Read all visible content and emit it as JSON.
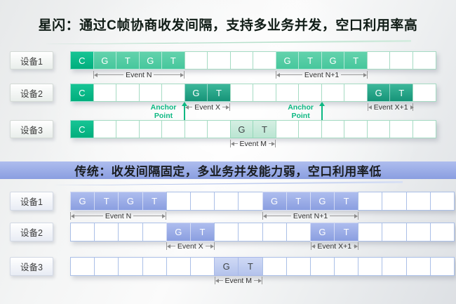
{
  "sections": [
    {
      "id": "nearlink",
      "title": "星闪：通过C帧协商收发间隔，支持多业务并发，空口利用率高",
      "theme": "green",
      "accent_color": "#0cb882",
      "rows": [
        {
          "label": "设备1",
          "fill_style": "green-mid",
          "cells": [
            {
              "t": "C",
              "k": "c"
            },
            {
              "t": "G",
              "k": "f"
            },
            {
              "t": "T",
              "k": "f"
            },
            {
              "t": "G",
              "k": "f"
            },
            {
              "t": "T",
              "k": "f"
            },
            {},
            {},
            {},
            {},
            {
              "t": "G",
              "k": "f"
            },
            {
              "t": "T",
              "k": "f"
            },
            {
              "t": "G",
              "k": "f"
            },
            {
              "t": "T",
              "k": "f"
            },
            {},
            {},
            {}
          ]
        },
        {
          "label": "设备2",
          "fill_style": "green-dark",
          "cells": [
            {
              "t": "C",
              "k": "c"
            },
            {},
            {},
            {},
            {},
            {
              "t": "G",
              "k": "f"
            },
            {
              "t": "T",
              "k": "f"
            },
            {},
            {},
            {},
            {},
            {},
            {},
            {
              "t": "G",
              "k": "f"
            },
            {
              "t": "T",
              "k": "f"
            },
            {}
          ]
        },
        {
          "label": "设备3",
          "fill_style": "green-pale",
          "cells": [
            {
              "t": "C",
              "k": "c"
            },
            {},
            {},
            {},
            {},
            {},
            {},
            {
              "t": "G",
              "k": "f"
            },
            {
              "t": "T",
              "k": "f"
            },
            {},
            {},
            {},
            {},
            {},
            {},
            {}
          ]
        }
      ],
      "events": [
        {
          "row": 0,
          "label": "Event N",
          "from": 1,
          "to": 4
        },
        {
          "row": 0,
          "label": "Event N+1",
          "from": 9,
          "to": 12
        },
        {
          "row": 1,
          "label": "Event X",
          "from": 5,
          "to": 6
        },
        {
          "row": 1,
          "label": "Event X+1",
          "from": 13,
          "to": 14
        },
        {
          "row": 2,
          "label": "Event M",
          "from": 7,
          "to": 8
        }
      ],
      "anchors": [
        {
          "label": "Anchor Point",
          "boundary": 5
        },
        {
          "label": "Anchor Point",
          "boundary": 11
        }
      ]
    },
    {
      "id": "traditional",
      "title": "传统：收发间隔固定，多业务并发能力弱，空口利用率低",
      "theme": "blue",
      "accent_color": "#8a9ee0",
      "rows": [
        {
          "label": "设备1",
          "fill_style": "blue",
          "cells": [
            {
              "t": "G",
              "k": "f"
            },
            {
              "t": "T",
              "k": "f"
            },
            {
              "t": "G",
              "k": "f"
            },
            {
              "t": "T",
              "k": "f"
            },
            {},
            {},
            {},
            {},
            {
              "t": "G",
              "k": "f"
            },
            {
              "t": "T",
              "k": "f"
            },
            {
              "t": "G",
              "k": "f"
            },
            {
              "t": "T",
              "k": "f"
            },
            {},
            {},
            {},
            {}
          ]
        },
        {
          "label": "设备2",
          "fill_style": "blue",
          "cells": [
            {},
            {},
            {},
            {},
            {
              "t": "G",
              "k": "f"
            },
            {
              "t": "T",
              "k": "f"
            },
            {},
            {},
            {},
            {},
            {
              "t": "G",
              "k": "f"
            },
            {
              "t": "T",
              "k": "f"
            },
            {},
            {},
            {},
            {}
          ]
        },
        {
          "label": "设备3",
          "fill_style": "blue-pale",
          "cells": [
            {},
            {},
            {},
            {},
            {},
            {},
            {
              "t": "G",
              "k": "f"
            },
            {
              "t": "T",
              "k": "f"
            },
            {},
            {},
            {},
            {},
            {},
            {},
            {},
            {}
          ]
        }
      ],
      "events": [
        {
          "row": 0,
          "label": "Event N",
          "from": 0,
          "to": 3
        },
        {
          "row": 0,
          "label": "Event N+1",
          "from": 8,
          "to": 11
        },
        {
          "row": 1,
          "label": "Event X",
          "from": 4,
          "to": 5
        },
        {
          "row": 1,
          "label": "Event X+1",
          "from": 10,
          "to": 11
        },
        {
          "row": 2,
          "label": "Event M",
          "from": 6,
          "to": 7
        }
      ],
      "anchors": []
    }
  ]
}
